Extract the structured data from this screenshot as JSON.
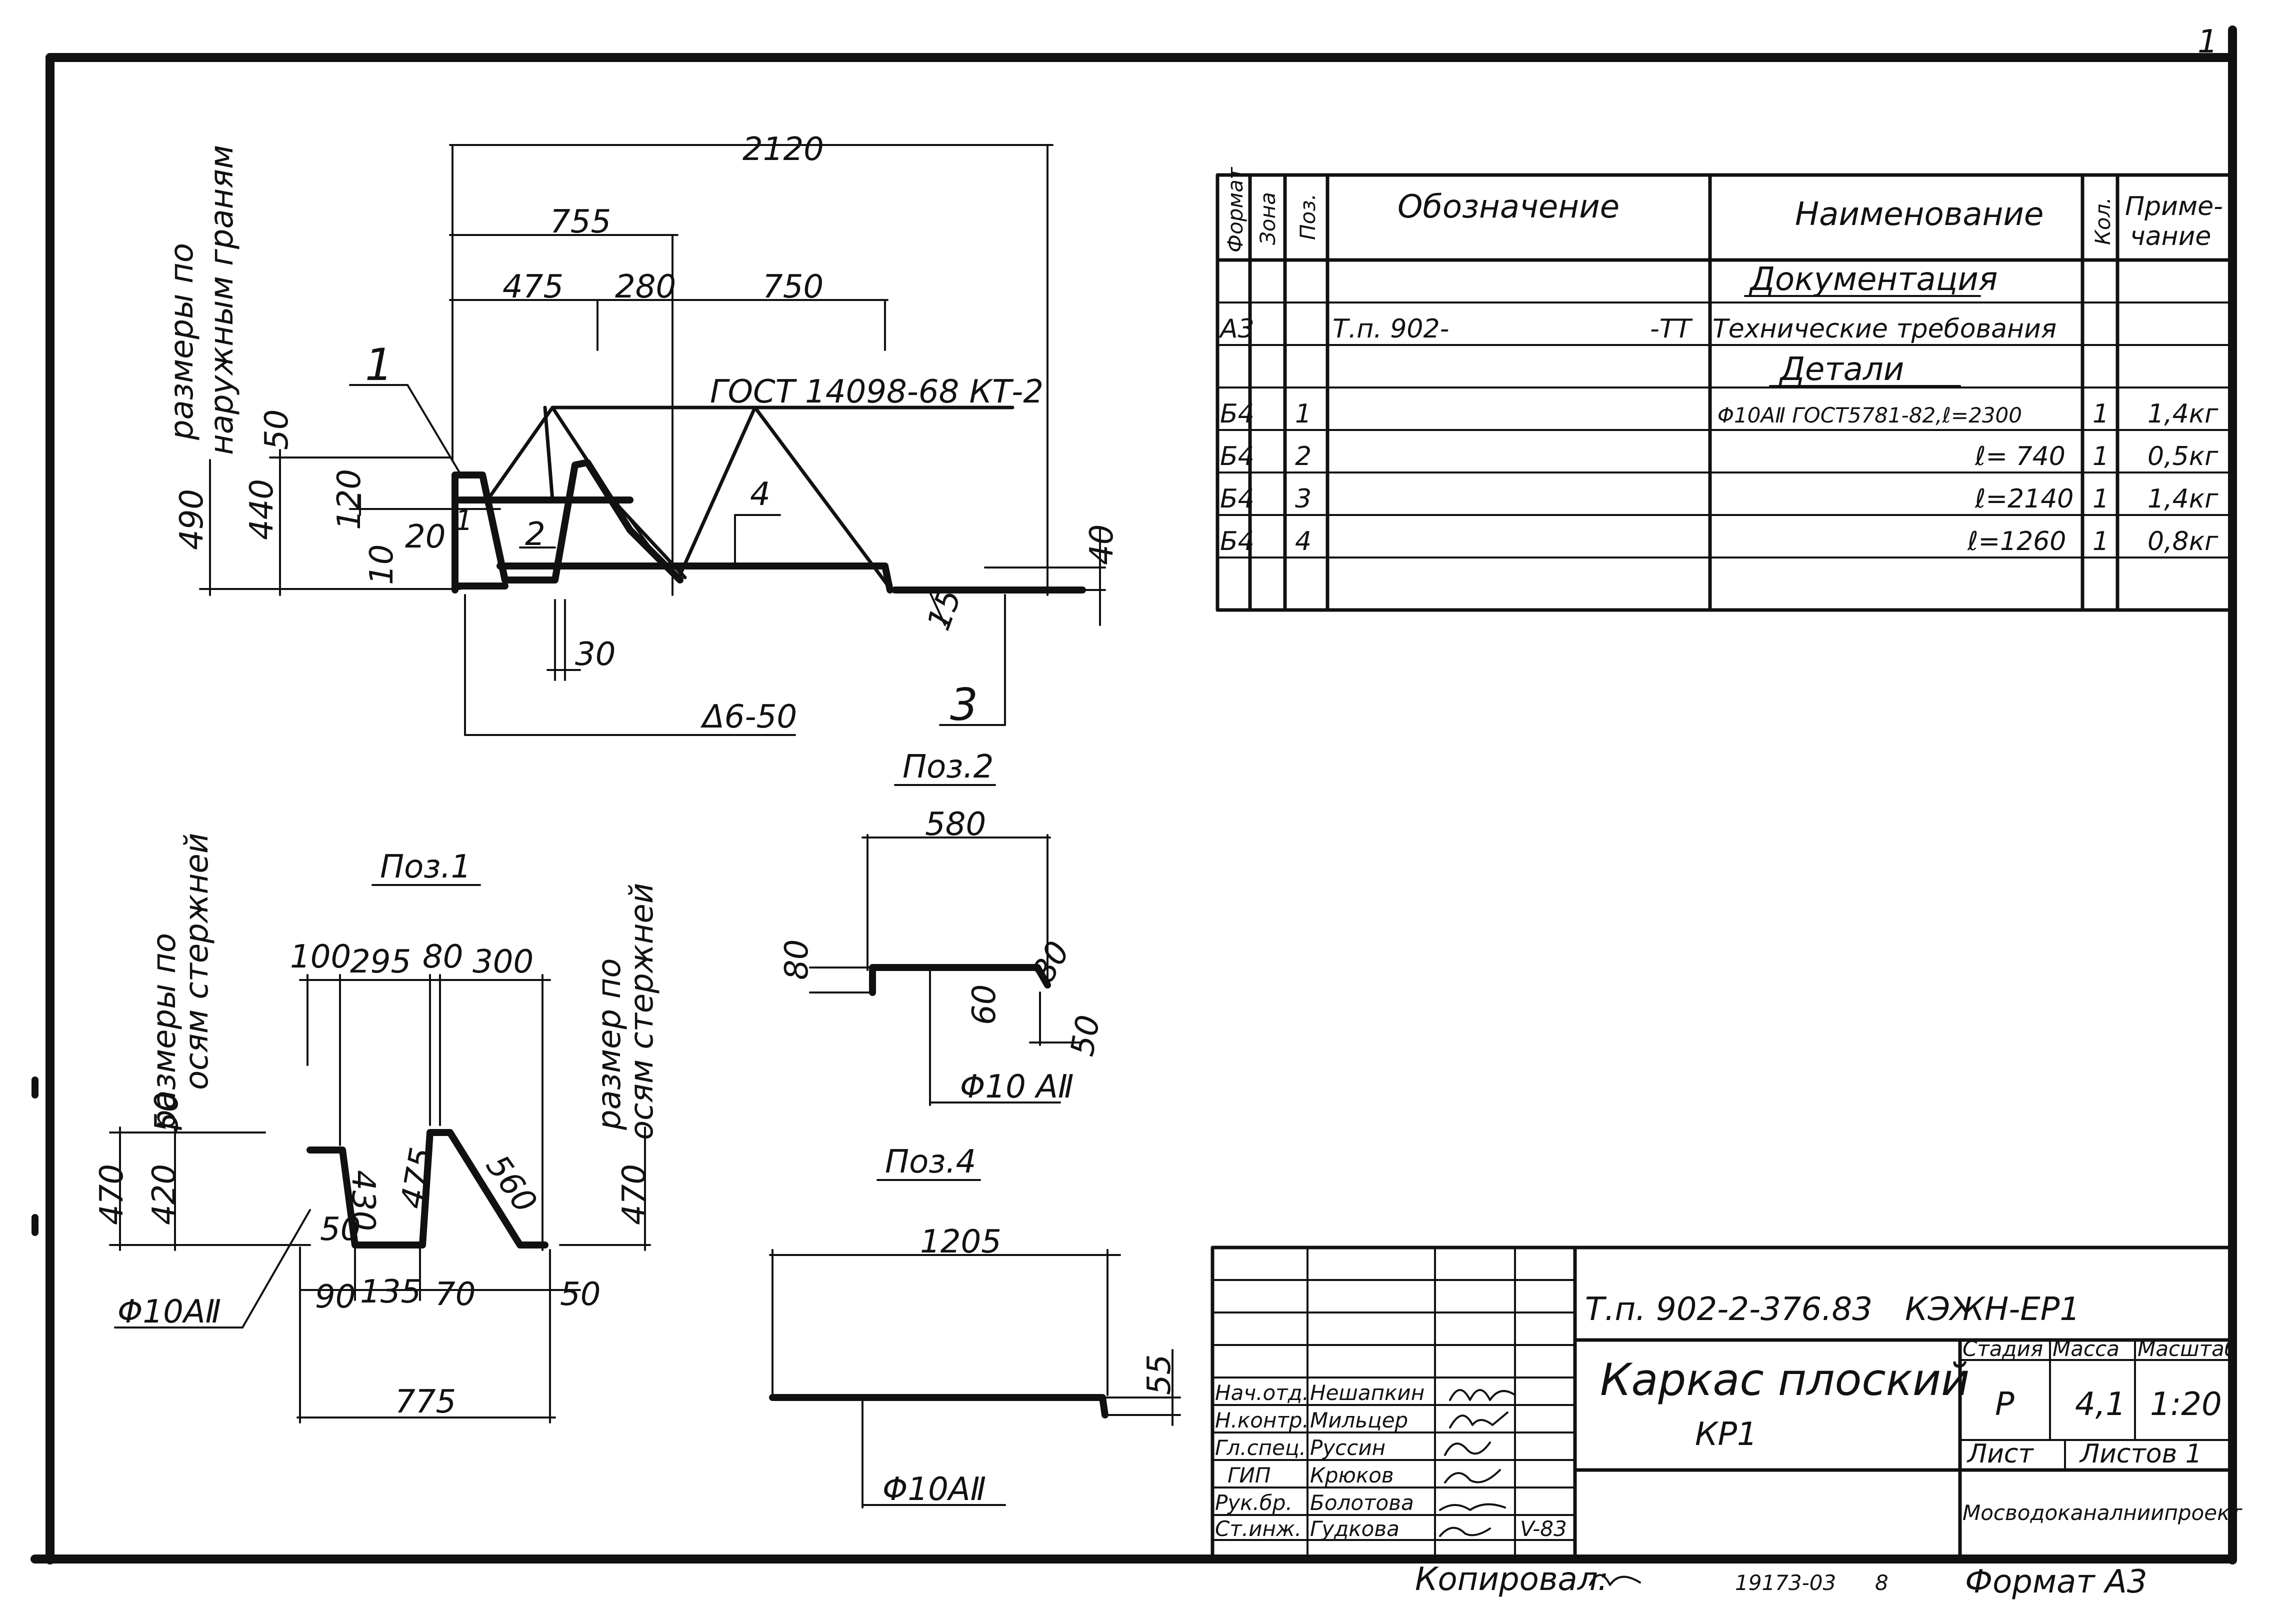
{
  "sheet": {
    "corner_mark": "1",
    "copied": "Копировал:",
    "inventory": "19173-03",
    "inventory_sheet": "8",
    "format": "Формат А3"
  },
  "main_view": {
    "dims_top": [
      "2120",
      "755",
      "475",
      "280",
      "750"
    ],
    "gost": "ГОСТ 14098-68  КТ-2",
    "side_caption": [
      "размеры по",
      "наружным граням"
    ],
    "dims_left": [
      "490",
      "440",
      "50",
      "120",
      "20",
      "10"
    ],
    "positions": [
      "1",
      "2",
      "4",
      "3"
    ],
    "dims_other": [
      "40",
      "30",
      "15"
    ],
    "weld": "Δ6-50"
  },
  "pos1": {
    "title": "Поз.1",
    "side_caption_left": [
      "размеры по",
      "осям стержней"
    ],
    "side_caption_right": [
      "размер по",
      "осям стержней"
    ],
    "dims_top": [
      "100",
      "295",
      "80",
      "300"
    ],
    "dims_left": [
      "470",
      "420",
      "50"
    ],
    "dims_right": "470",
    "dims_inner": [
      "430",
      "475",
      "560",
      "50"
    ],
    "dims_bottom": [
      "90",
      "135",
      "70",
      "50"
    ],
    "total": "775",
    "bar": "Φ10АⅡ"
  },
  "pos2": {
    "title": "Поз.2",
    "dims": [
      "580",
      "80",
      "80",
      "60",
      "50"
    ],
    "bar": "Φ10 АⅡ"
  },
  "pos4": {
    "title": "Поз.4",
    "dims": [
      "1205",
      "55"
    ],
    "bar": "Φ10АⅡ"
  },
  "spec_table": {
    "headers": {
      "format": "Формат",
      "zone": "Зона",
      "pos": "Поз.",
      "designation": "Обозначение",
      "name": "Наименование",
      "qty": "Кол.",
      "note_1": "Приме-",
      "note_2": "чание"
    },
    "section_docs": "Документация",
    "doc_row": {
      "format": "А3",
      "designation": "Т.п. 902-",
      "designation_suffix": "-ТТ",
      "name": "Технические требования"
    },
    "section_parts": "Детали",
    "rows": [
      {
        "format": "Б4",
        "pos": "1",
        "name": "Φ10АⅡ ГОСТ5781-82,ℓ=2300",
        "qty": "1",
        "note": "1,4кг"
      },
      {
        "format": "Б4",
        "pos": "2",
        "name": "ℓ= 740",
        "qty": "1",
        "note": "0,5кг"
      },
      {
        "format": "Б4",
        "pos": "3",
        "name": "ℓ=2140",
        "qty": "1",
        "note": "1,4кг"
      },
      {
        "format": "Б4",
        "pos": "4",
        "name": "ℓ=1260",
        "qty": "1",
        "note": "0,8кг"
      }
    ]
  },
  "title_block": {
    "code": "Т.п. 902-2-376.83",
    "code2": "КЭЖН-ЕР1",
    "title_1": "Каркас плоский",
    "title_2": "КР1",
    "stage_label": "Стадия",
    "mass_label": "Масса",
    "scale_label": "Масштаб",
    "stage": "Р",
    "mass": "4,1",
    "scale": "1:20",
    "sheet_label": "Лист",
    "sheets_label": "Листов 1",
    "org": "Мосводоканалниипроект",
    "signatures": [
      {
        "role": "Нач.отд.",
        "name": "Нешапкин"
      },
      {
        "role": "Н.контр.",
        "name": "Мильцер"
      },
      {
        "role": "Гл.спец.",
        "name": "Руссин"
      },
      {
        "role": "ГИП",
        "name": "Крюков"
      },
      {
        "role": "Рук.бр.",
        "name": "Болотова"
      },
      {
        "role": "Ст.инж.",
        "name": "Гудкова"
      }
    ],
    "date": "V-83"
  }
}
